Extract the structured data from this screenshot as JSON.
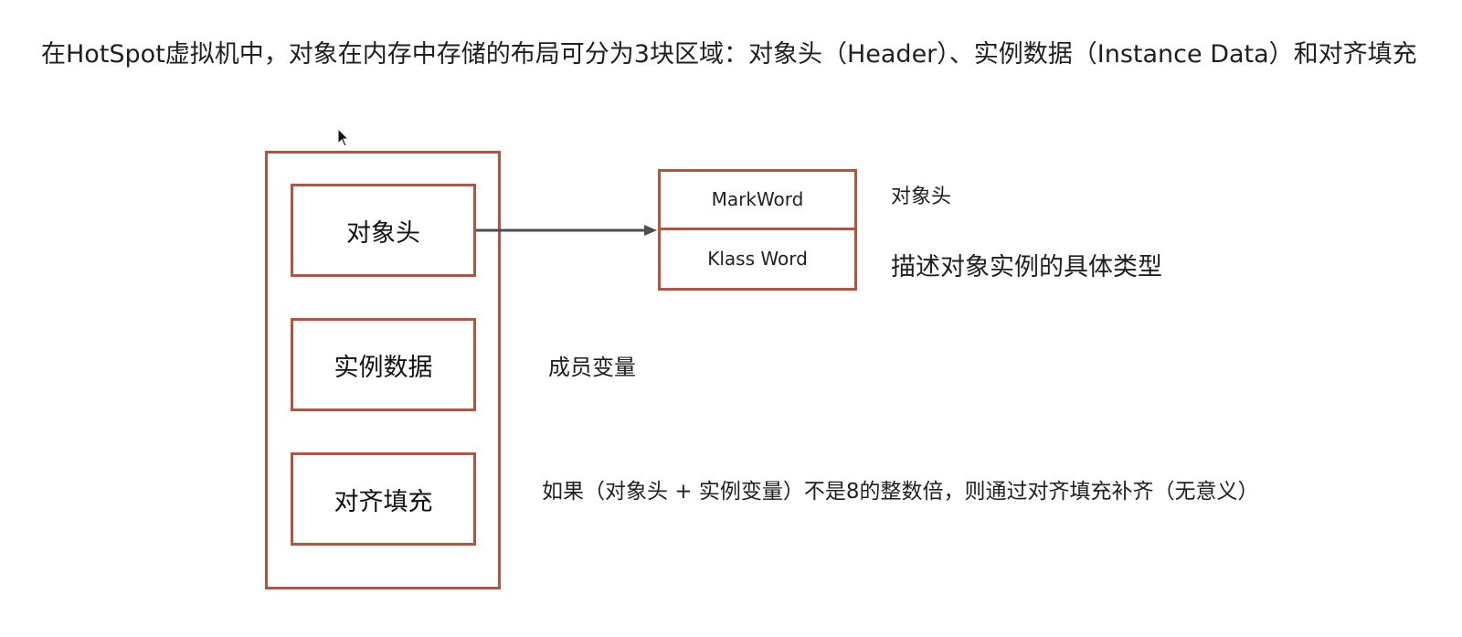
{
  "intro": {
    "text": "在HotSpot虚拟机中，对象在内存中存储的布局可分为3块区域：对象头（Header）、实例数据（Instance Data）和对齐填充"
  },
  "diagram": {
    "sections": {
      "header": "对象头",
      "instance_data": "实例数据",
      "padding": "对齐填充"
    },
    "header_detail": {
      "rows": [
        "MarkWord",
        "Klass Word"
      ]
    },
    "notes": {
      "object_header": "对象头",
      "klass_word": "描述对象实例的具体类型",
      "instance_data": "成员变量",
      "padding": "如果（对象头 + 实例变量）不是8的整数倍，则通过对齐填充补齐（无意义）"
    },
    "colors": {
      "box_border": "#b5533c",
      "arrow": "#4a4f54"
    },
    "icons": {
      "cursor": "mouse-pointer-icon",
      "connector": "arrow-right-icon"
    }
  }
}
